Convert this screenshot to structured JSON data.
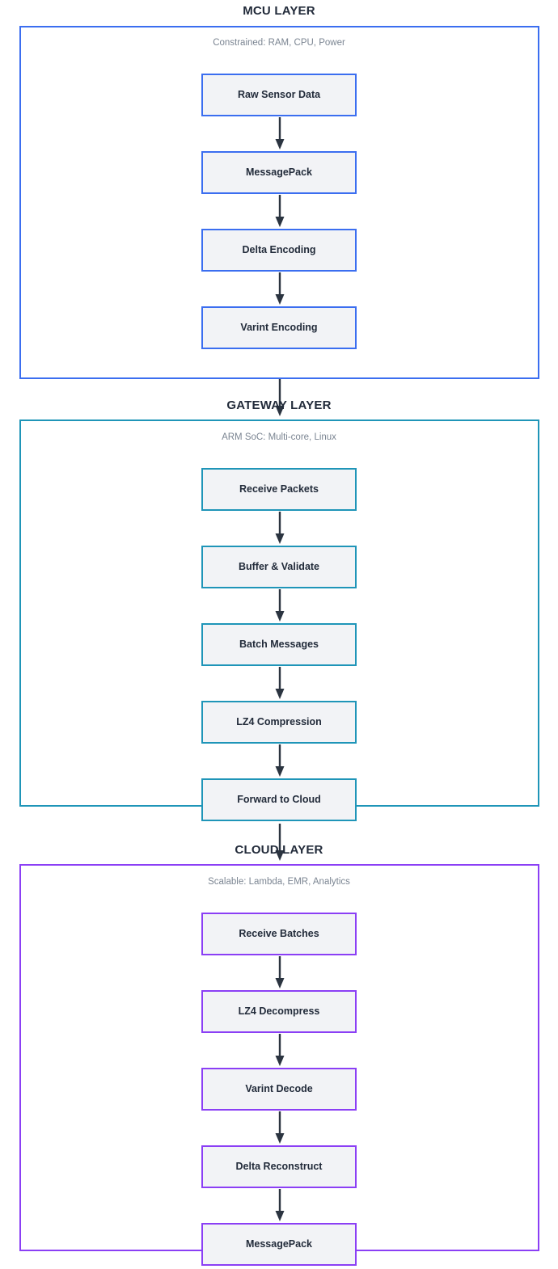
{
  "diagram": {
    "type": "flowchart",
    "orientation": "vertical",
    "accent_colors": {
      "mcu": "#3b6ef0",
      "gateway": "#1f95b8",
      "cloud": "#8b3ff5",
      "node_fill": "#f2f3f6",
      "node_text": "#222b3a",
      "subtitle_text": "#7b8592",
      "arrow": "#2b3440",
      "background": "#ffffff"
    },
    "layers": [
      {
        "id": "mcu",
        "title": "MCU LAYER",
        "subtitle": "Constrained: RAM, CPU, Power",
        "nodes": [
          {
            "label": "Raw Sensor Data"
          },
          {
            "label": "MessagePack"
          },
          {
            "label": "Delta Encoding"
          },
          {
            "label": "Varint Encoding"
          }
        ]
      },
      {
        "id": "gateway",
        "title": "GATEWAY LAYER",
        "subtitle": "ARM SoC: Multi-core, Linux",
        "nodes": [
          {
            "label": "Receive Packets"
          },
          {
            "label": "Buffer & Validate"
          },
          {
            "label": "Batch Messages"
          },
          {
            "label": "LZ4 Compression"
          },
          {
            "label": "Forward to Cloud"
          }
        ]
      },
      {
        "id": "cloud",
        "title": "CLOUD LAYER",
        "subtitle": "Scalable: Lambda, EMR, Analytics",
        "nodes": [
          {
            "label": "Receive Batches"
          },
          {
            "label": "LZ4 Decompress"
          },
          {
            "label": "Varint Decode"
          },
          {
            "label": "Delta Reconstruct"
          },
          {
            "label": "MessagePack"
          }
        ]
      }
    ]
  }
}
